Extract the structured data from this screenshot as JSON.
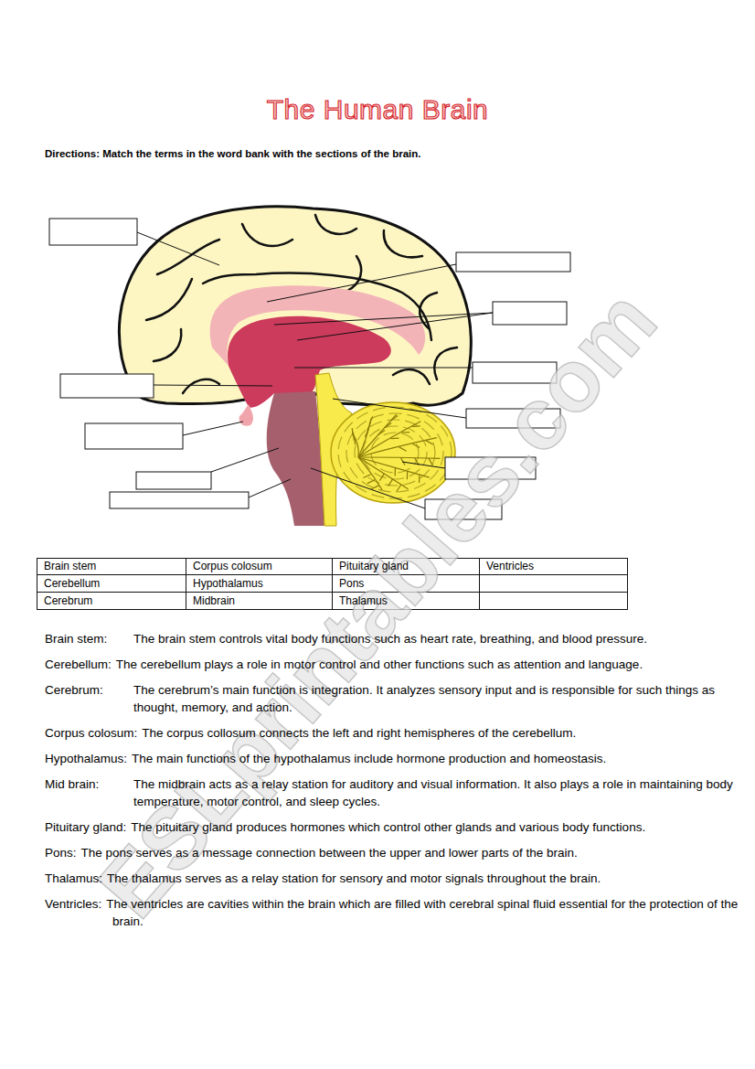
{
  "diagram": {
    "title": "The Human Brain",
    "labels": [
      "Directions: Match the terms in the word bank with the sections of the brain.",
      "Brain stem",
      "Corpus colosum",
      "Pituitary gland",
      "Ventricles",
      "Cerebellum",
      "Hypothalamus",
      "Pons",
      "Cerebrum",
      "Midbrain",
      "Thalamus",
      "Brain stem:",
      "The brain stem controls vital body functions such as heart rate, breathing, and blood pressure.",
      "Cerebellum:",
      "The cerebellum plays a role in motor control and other functions such as attention and language.",
      "Cerebrum:",
      "The cerebrum’s main function is integration. It analyzes sensory input and is responsible for such things as thought, memory, and action.",
      "Corpus colosum:",
      "The corpus collosum connects the left and right hemispheres of the cerebellum.",
      "Hypothalamus:",
      "The main functions of the hypothalamus include hormone production and homeostasis.",
      "Mid brain:",
      "The midbrain acts as a relay station for auditory and visual information. It also plays a role in maintaining body temperature, motor control, and sleep cycles.",
      "Pituitary gland:",
      "The pituitary gland produces hormones which control other glands and various body functions.",
      "Pons:",
      "The pons serves as a message connection between the upper and lower parts of the brain.",
      "Thalamus:",
      "The thalamus serves as a relay station for sensory and motor signals throughout the brain.",
      "Ventricles:",
      "The ventricles are cavities within the brain which are filled with cerebral spinal fluid essential for the protection of the brain.",
      "ESLprintables.com"
    ]
  }
}
